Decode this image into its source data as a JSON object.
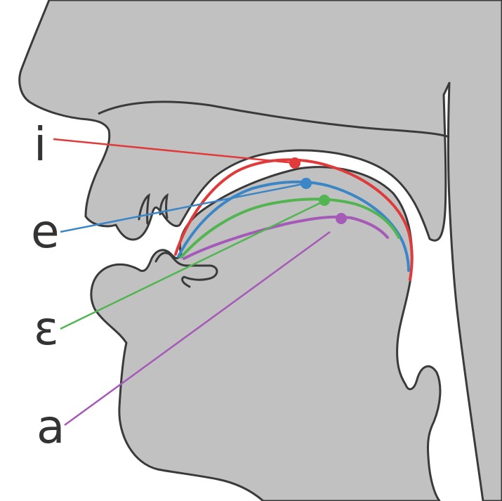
{
  "figure": {
    "colors": {
      "background": "#ffffff",
      "tissue": "#c1c1c1",
      "outline": "#3a3a3a"
    },
    "vowels": [
      {
        "id": "i",
        "label": "i",
        "color": "#e03a3a"
      },
      {
        "id": "e",
        "label": "e",
        "color": "#3b86c6"
      },
      {
        "id": "epsilon",
        "label": "ɛ",
        "color": "#52b552"
      },
      {
        "id": "a",
        "label": "a",
        "color": "#a55ab8"
      }
    ]
  }
}
